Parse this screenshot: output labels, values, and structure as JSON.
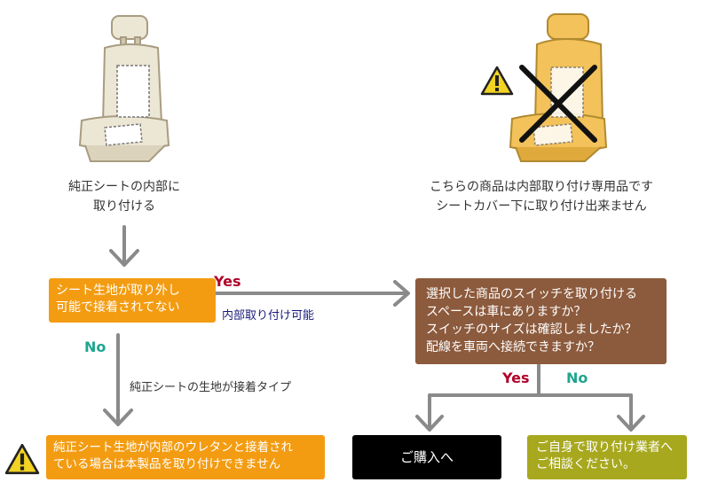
{
  "captions": {
    "left_line1": "純正シートの内部に",
    "left_line2": "取り付ける",
    "right_line1": "こちらの商品は内部取り付け専用品です",
    "right_line2": "シートカバー下に取り付け出来ません"
  },
  "boxes": {
    "question_line1": "シート生地が取り外し",
    "question_line2": "可能で接着されてない",
    "check_line1": "選択した商品のスイッチを取り付ける",
    "check_line2": "スペースは車にありますか？",
    "check_line3": "スイッチのサイズは確認しましたか？",
    "check_line4": "配線を車両へ接続できますか？",
    "warning_line1": "純正シート生地が内部のウレタンと接着され",
    "warning_line2": "ている場合は本製品を取り付けできません",
    "purchase": "ご購入へ",
    "consult_line1": "ご自身で取り付け業者へ",
    "consult_line2": "ご相談ください。"
  },
  "labels": {
    "yes_top": "Yes",
    "internal_ok": "内部取り付け可能",
    "no_left": "No",
    "glued_type": "純正シートの生地が接着タイプ",
    "yes_bottom": "Yes",
    "no_bottom": "No"
  },
  "colors": {
    "orange": "#f39c12",
    "brown": "#8c5a3c",
    "black": "#000000",
    "olive": "#a7a81e",
    "arrow_gray": "#888888",
    "yes_red": "#b0002a",
    "no_teal": "#1fa58f",
    "label_navy": "#1a1a7a"
  },
  "icons": {
    "seat_left": "car-seat-icon",
    "seat_right": "car-seat-with-cover-icon",
    "cross": "cross-icon",
    "warning_top": "warning-icon",
    "warning_bottom": "warning-icon"
  }
}
